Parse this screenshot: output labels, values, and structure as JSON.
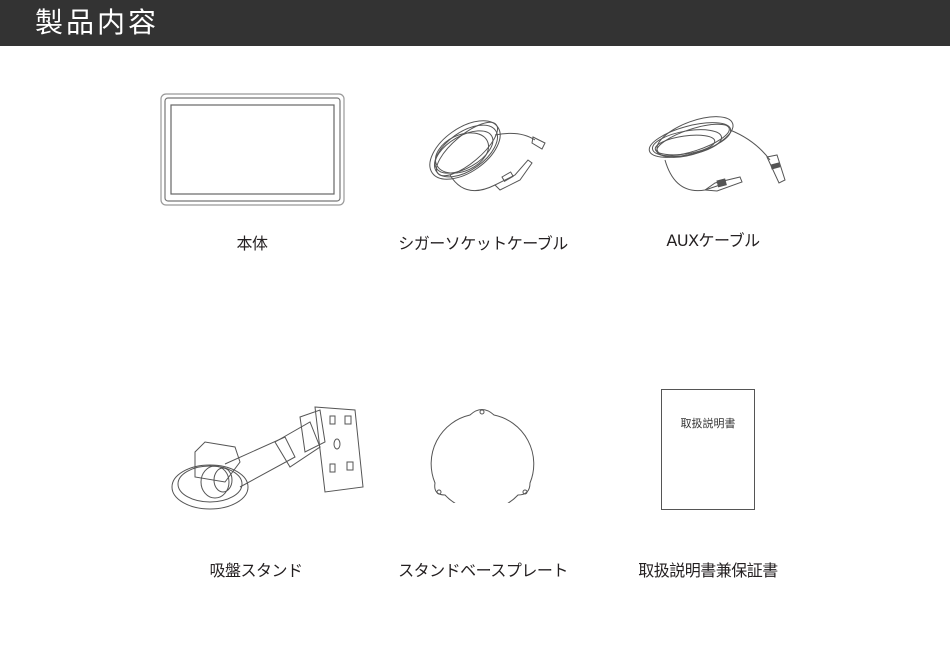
{
  "header": {
    "title": "製品内容",
    "background": "#333333"
  },
  "items": [
    {
      "label": "本体",
      "icon": "monitor-icon"
    },
    {
      "label": "シガーソケットケーブル",
      "icon": "cigarette-socket-cable-icon"
    },
    {
      "label": "AUXケーブル",
      "icon": "aux-cable-icon"
    },
    {
      "label": "吸盤スタンド",
      "icon": "suction-cup-stand-icon"
    },
    {
      "label": "スタンドベースプレート",
      "icon": "stand-base-plate-icon"
    },
    {
      "label": "取扱説明書兼保証書",
      "icon": "manual-icon",
      "cover_text": "取扱説明書"
    }
  ]
}
